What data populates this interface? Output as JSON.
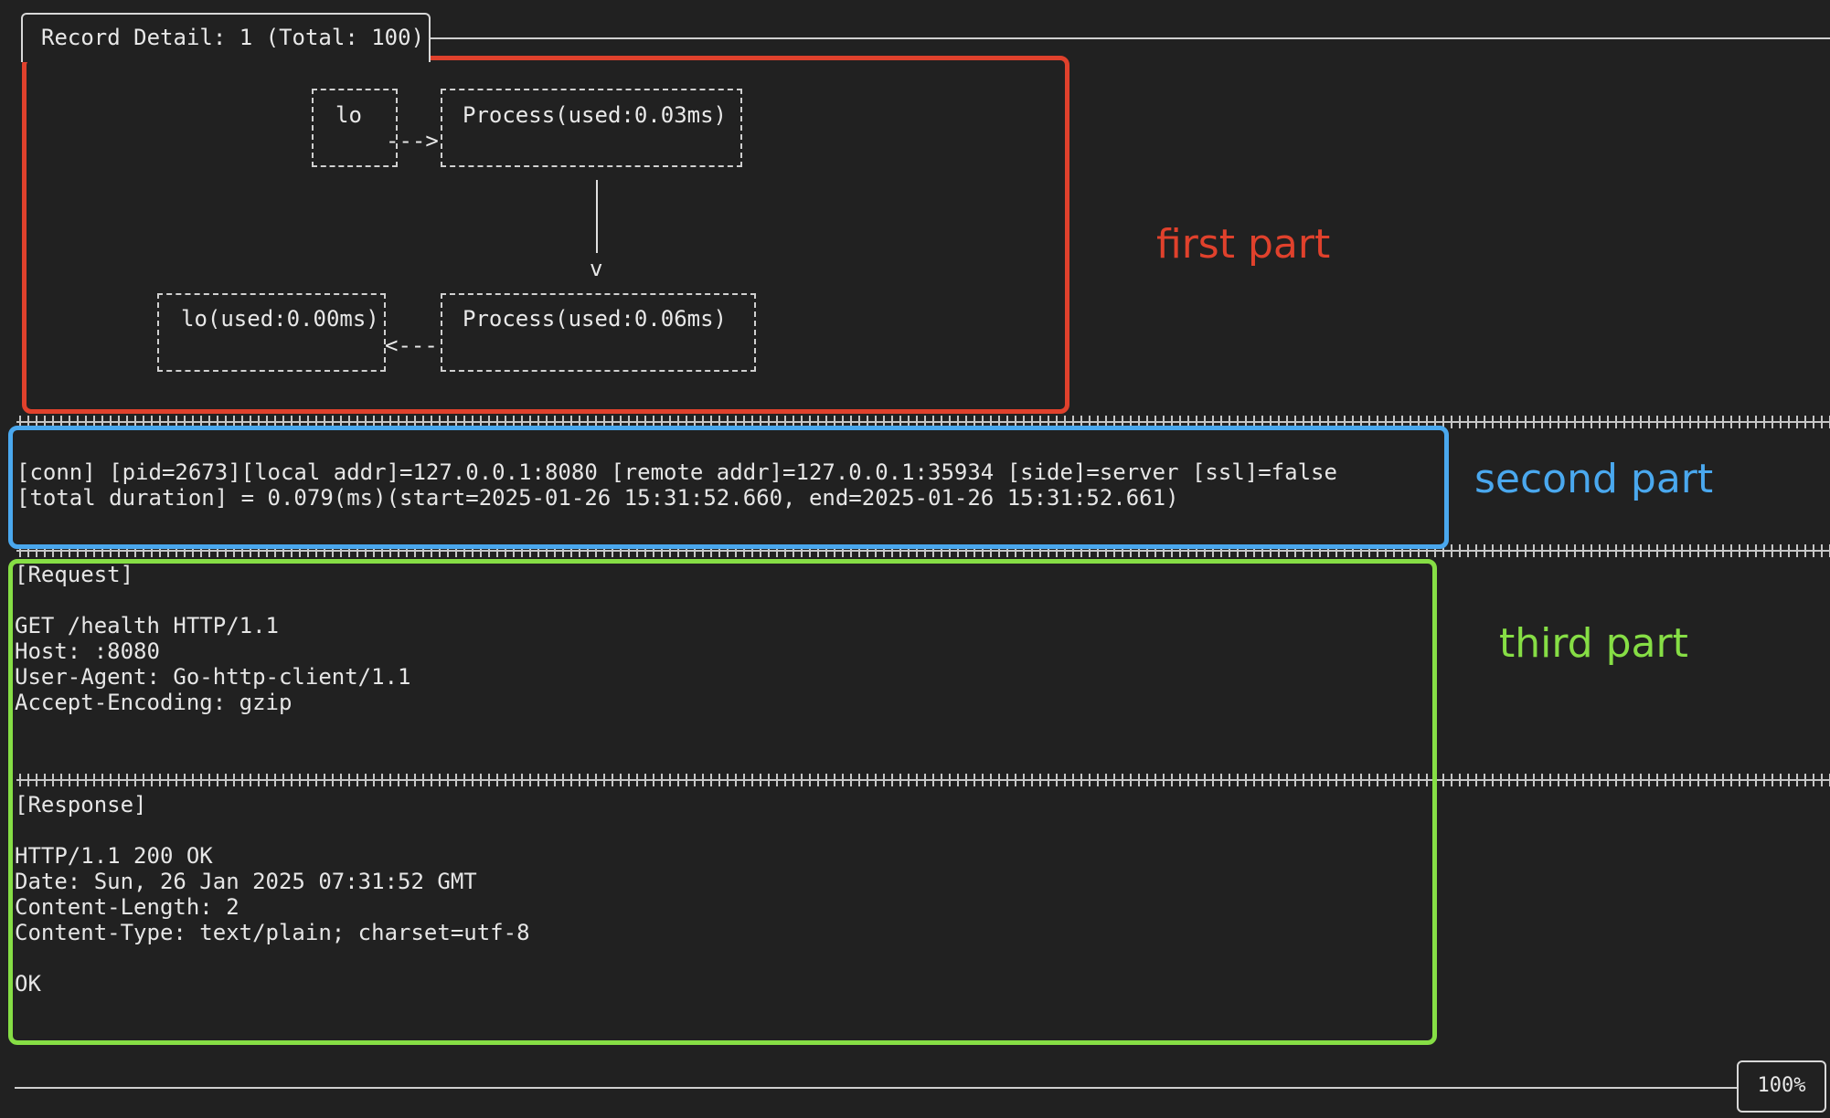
{
  "window": {
    "title": "Record Detail: 1 (Total: 100)"
  },
  "diagram": {
    "box1": "lo",
    "box2": "Process(used:0.03ms)",
    "box3": "Process(used:0.06ms)",
    "box4": "lo(used:0.00ms)",
    "arrow_right": "--->",
    "arrow_down": "v",
    "arrow_left": "<---"
  },
  "annotations": {
    "first": "first part",
    "second": "second part",
    "third": "third part"
  },
  "connection": {
    "line1": "[conn] [pid=2673][local addr]=127.0.0.1:8080 [remote addr]=127.0.0.1:35934 [side]=server [ssl]=false",
    "line2": "[total duration] = 0.079(ms)(start=2025-01-26 15:31:52.660, end=2025-01-26 15:31:52.661)"
  },
  "request": {
    "header": "[Request]",
    "lines": [
      "GET /health HTTP/1.1",
      "Host: :8080",
      "User-Agent: Go-http-client/1.1",
      "Accept-Encoding: gzip"
    ]
  },
  "response": {
    "header": "[Response]",
    "lines": [
      "HTTP/1.1 200 OK",
      "Date: Sun, 26 Jan 2025 07:31:52 GMT",
      "Content-Length: 2",
      "Content-Type: text/plain; charset=utf-8"
    ],
    "body": "OK"
  },
  "status": {
    "zoom": "100%"
  },
  "colors": {
    "background": "#212121",
    "text": "#e6e6e6",
    "first_part": "#e0412c",
    "second_part": "#4aa8ee",
    "third_part": "#86de45"
  }
}
